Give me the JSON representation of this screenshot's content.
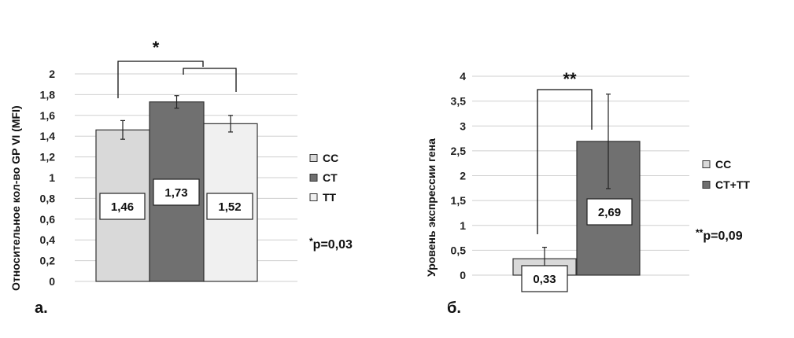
{
  "chart_data": [
    {
      "type": "bar",
      "panel_label": "а.",
      "ylabel": "Относительное кол-во GP VI (MFI)",
      "ylim": [
        0,
        2
      ],
      "y_ticks": [
        "0",
        "0,2",
        "0,4",
        "0,6",
        "0,8",
        "1",
        "1,2",
        "1,4",
        "1,6",
        "1,8",
        "2"
      ],
      "grid": true,
      "legend_position": "right",
      "categories": [
        "CC",
        "CT",
        "TT"
      ],
      "values": [
        1.46,
        1.73,
        1.52
      ],
      "value_labels": [
        "1,46",
        "1,73",
        "1,52"
      ],
      "error": [
        0.09,
        0.06,
        0.08
      ],
      "colors": [
        "#d9d9d9",
        "#707070",
        "#f0f0f0"
      ],
      "significance": {
        "marker": "*",
        "note_star": "*",
        "note": "p=0,03"
      }
    },
    {
      "type": "bar",
      "panel_label": "б.",
      "ylabel": "Уровень экспрессии гена",
      "ylim": [
        0,
        4
      ],
      "y_ticks": [
        "0",
        "0,5",
        "1",
        "1,5",
        "2",
        "2,5",
        "3",
        "3,5",
        "4"
      ],
      "grid": true,
      "legend_position": "right",
      "categories": [
        "CC",
        "CT+TT"
      ],
      "values": [
        0.33,
        2.69
      ],
      "value_labels": [
        "0,33",
        "2,69"
      ],
      "error": [
        0.23,
        0.95
      ],
      "colors": [
        "#d9d9d9",
        "#707070"
      ],
      "significance": {
        "marker": "**",
        "note_star": "**",
        "note": "p=0,09"
      }
    }
  ]
}
